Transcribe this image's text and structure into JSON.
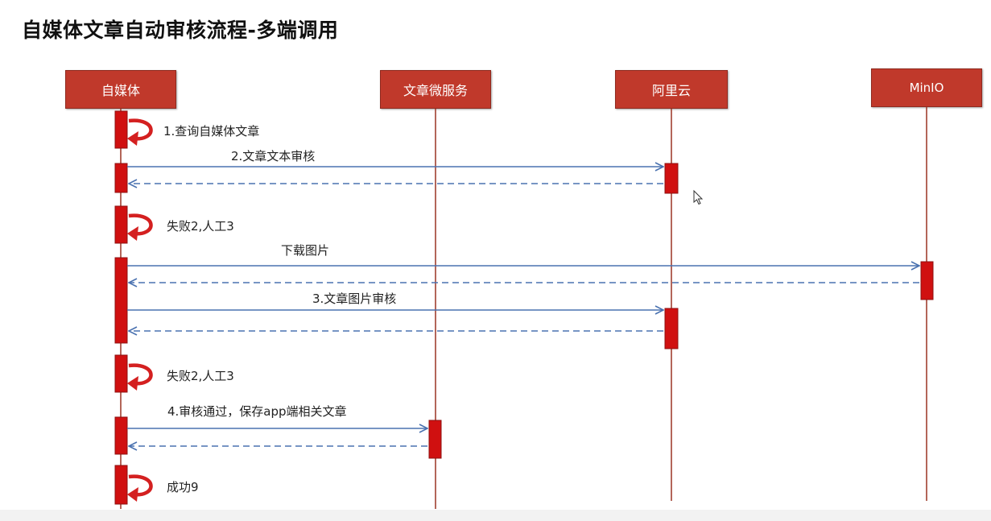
{
  "title": "自媒体文章自动审核流程-多端调用",
  "colors": {
    "actor": "#c0392b",
    "lifeline": "#a04030",
    "activation": "#d01010",
    "arrow": "#4a72b0",
    "self_arrow": "#d42020"
  },
  "actors": [
    {
      "id": "media",
      "label": "自媒体"
    },
    {
      "id": "article",
      "label": "文章微服务"
    },
    {
      "id": "aliyun",
      "label": "阿里云"
    },
    {
      "id": "minio",
      "label": "MinIO"
    }
  ],
  "messages": {
    "m1": "1.查询自媒体文章",
    "m2": "2.文章文本审核",
    "m3": "失败2,人工3",
    "m4": "下载图片",
    "m5": "3.文章图片审核",
    "m6": "失败2,人工3",
    "m7": "4.审核通过，保存app端相关文章",
    "m8": "成功9"
  },
  "icons": [
    "cursor-icon",
    "self-call-arrow-icon"
  ]
}
